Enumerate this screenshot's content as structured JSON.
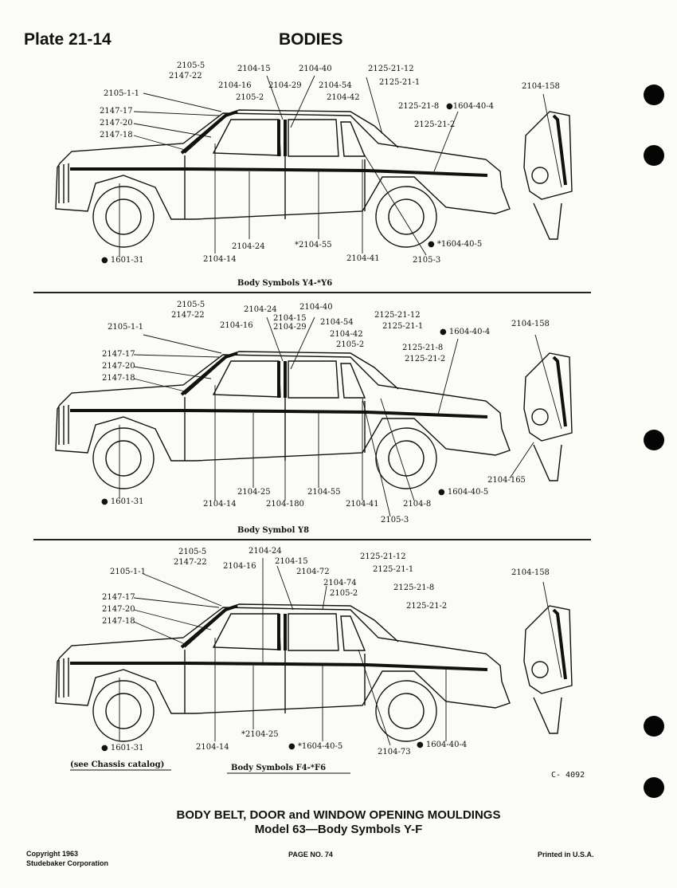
{
  "header": {
    "plate": "Plate 21-14",
    "section": "BODIES"
  },
  "panels": [
    {
      "caption": "Body Symbols Y4-*Y6",
      "labels": [
        "2105-5",
        "2147-22",
        "2104-15",
        "2104-40",
        "2125-21-12",
        "2104-16",
        "2104-29",
        "2104-54",
        "2125-21-1",
        "2105-1-1",
        "2105-2",
        "2104-42",
        "2125-21-8",
        "●1604-40-4",
        "2147-17",
        "2147-20",
        "2125-21-2",
        "2147-18",
        "2104-158",
        "2104-24",
        "*2104-55",
        "● *1604-40-5",
        "● 1601-31",
        "2104-14",
        "2104-41",
        "2105-3"
      ]
    },
    {
      "caption": "Body Symbol Y8",
      "labels": [
        "2105-5",
        "2104-24",
        "2104-40",
        "2147-22",
        "2104-15",
        "2104-16",
        "2104-29",
        "2104-54",
        "2125-21-12",
        "2125-21-1",
        "2105-1-1",
        "● 1604-40-4",
        "2104-42",
        "2105-2",
        "2104-158",
        "2125-21-8",
        "2147-17",
        "2125-21-2",
        "2147-20",
        "2147-18",
        "2104-165",
        "2104-25",
        "2104-55",
        "● 1604-40-5",
        "● 1601-31",
        "2104-14",
        "2104-180",
        "2104-41",
        "2104-8",
        "2105-3"
      ]
    },
    {
      "caption": "Body Symbols F4-*F6",
      "labels": [
        "2105-5",
        "2104-24",
        "2125-21-12",
        "2147-22",
        "2104-16",
        "2104-15",
        "2125-21-1",
        "2105-1-1",
        "2104-72",
        "2104-158",
        "2104-74",
        "2125-21-8",
        "2105-2",
        "2147-17",
        "2125-21-2",
        "2147-20",
        "2147-18",
        "*2104-25",
        "● 1601-31",
        "2104-14",
        "● *1604-40-5",
        "2104-73",
        "● 1604-40-4"
      ],
      "note": "(see Chassis catalog)",
      "code": "C- 4092"
    }
  ],
  "title": {
    "line1": "BODY BELT, DOOR and WINDOW OPENING MOULDINGS",
    "line2": "Model 63—Body Symbols Y-F"
  },
  "footer": {
    "copyright_line1": "Copyright 1963",
    "copyright_line2": "Studebaker Corporation",
    "page": "PAGE NO. 74",
    "printed": "Printed in U.S.A."
  }
}
